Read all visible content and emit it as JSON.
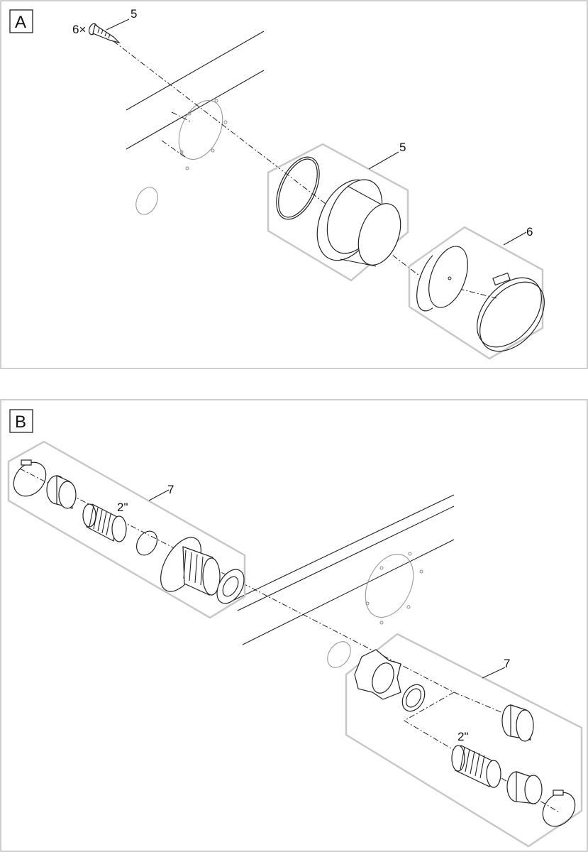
{
  "panels": [
    {
      "label": "A",
      "callouts": {
        "screw_qty": "6×",
        "screw_part": "5",
        "fitting_part": "5",
        "cap_part": "6"
      }
    },
    {
      "label": "B",
      "callouts": {
        "left_kit_part": "7",
        "left_hose_size": "2\"",
        "right_kit_part": "7",
        "right_hose_size": "2\""
      }
    }
  ]
}
